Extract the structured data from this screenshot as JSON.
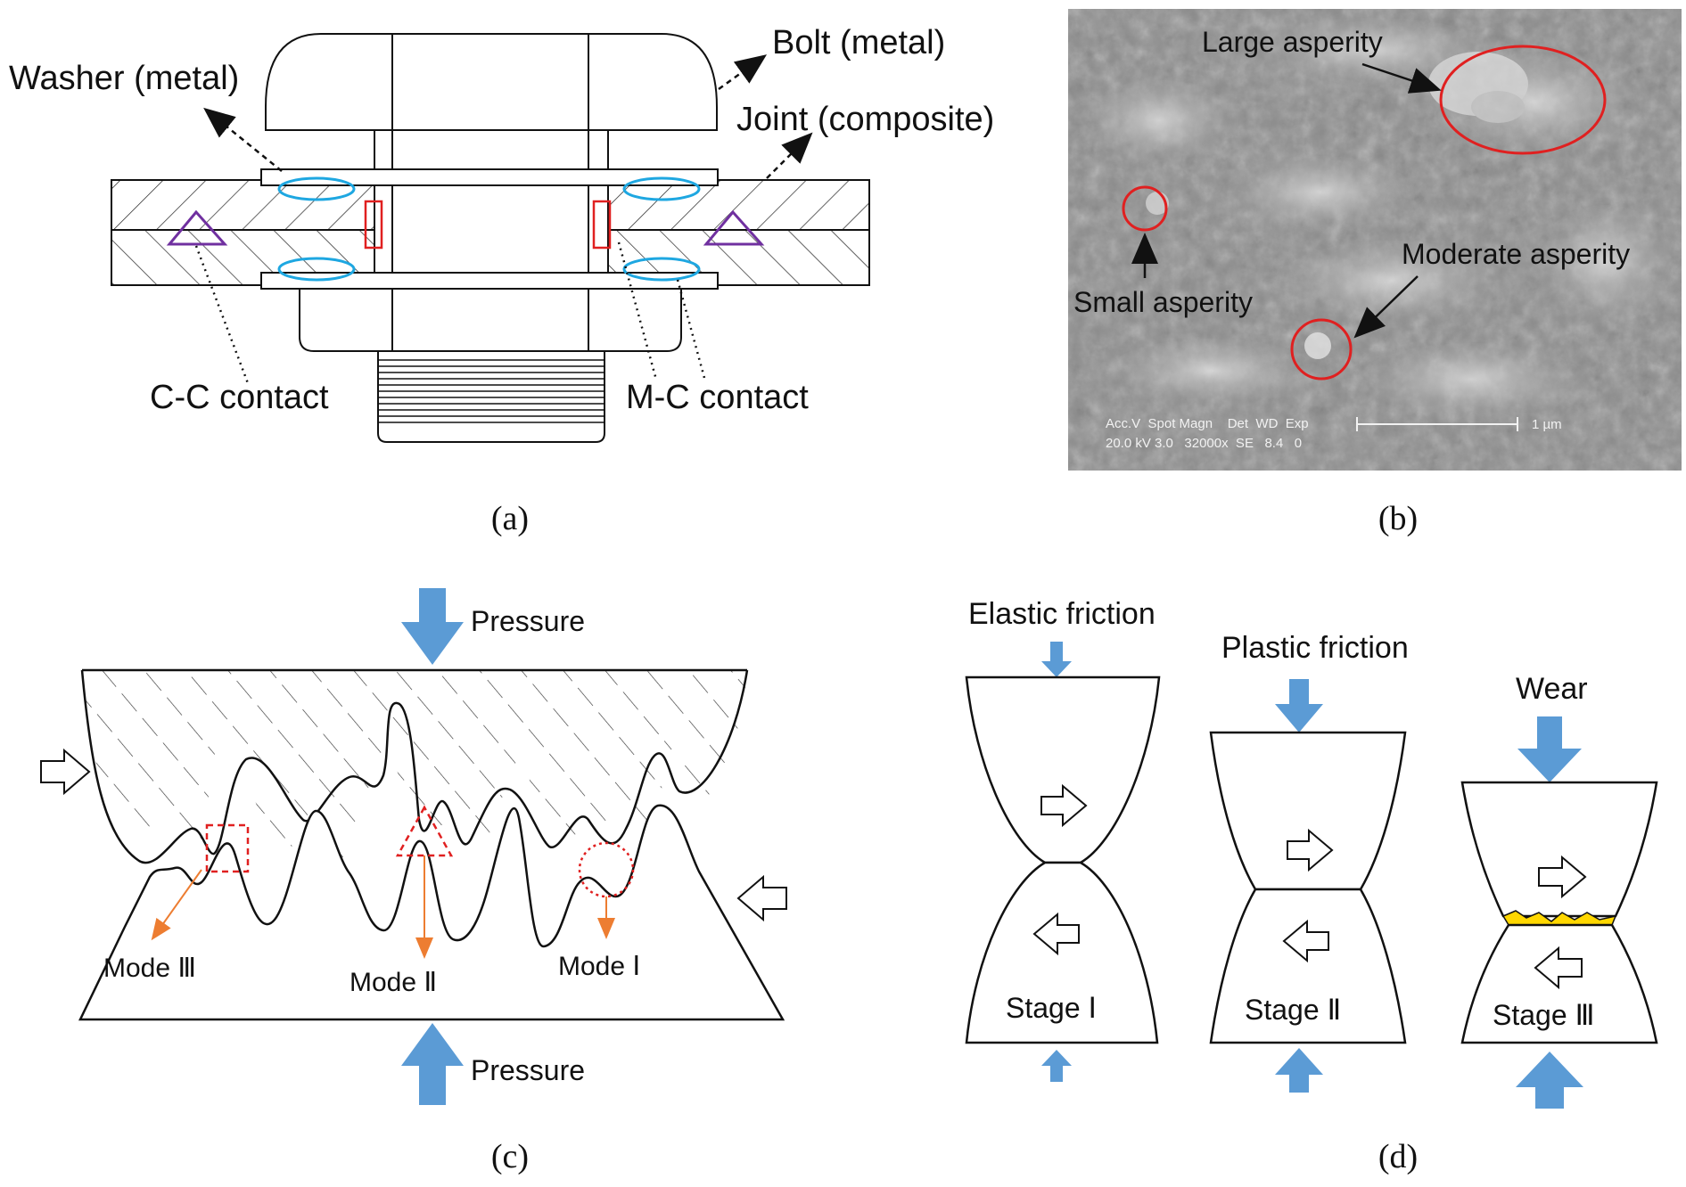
{
  "panel_a": {
    "bolt_label": "Bolt (metal)",
    "washer_label": "Washer (metal)",
    "joint_label": "Joint (composite)",
    "cc_label": "C-C contact",
    "mc_label": "M-C contact",
    "caption": "(a)"
  },
  "panel_b": {
    "large_label": "Large asperity",
    "moderate_label": "Moderate asperity",
    "small_label": "Small asperity",
    "meta_header": "Acc.V  Spot Magn    Det  WD  Exp",
    "meta_values": "20.0 kV 3.0   32000x  SE   8.4   0",
    "scale_label": "1 µm",
    "caption": "(b)"
  },
  "panel_c": {
    "pressure_top": "Pressure",
    "pressure_bottom": "Pressure",
    "mode3": "Mode Ⅲ",
    "mode2": "Mode Ⅱ",
    "mode1": "Mode Ⅰ",
    "caption": "(c)"
  },
  "panel_d": {
    "elastic": "Elastic friction",
    "plastic": "Plastic friction",
    "wear": "Wear",
    "stage1": "Stage Ⅰ",
    "stage2": "Stage Ⅱ",
    "stage3": "Stage Ⅲ",
    "caption": "(d)"
  },
  "colors": {
    "contact_ellipse": "#1ea7e1",
    "contact_rect": "#e02020",
    "contact_triangle": "#7030a0",
    "mode_marker": "#e02020",
    "mode_arrow": "#ed7d31",
    "pressure_arrow": "#5b9bd5",
    "wear_debris": "#ffd700",
    "sem_circle": "#e02020"
  }
}
